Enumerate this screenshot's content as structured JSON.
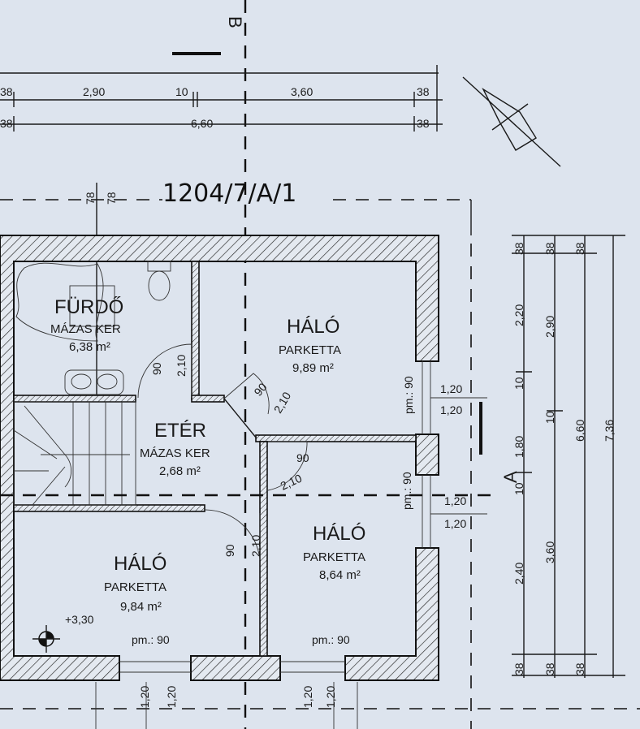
{
  "title_code": "1204/7/A/1",
  "section_labels": {
    "b": "B",
    "a": "A"
  },
  "top_dimensions": {
    "row1": [
      "38",
      "2,90",
      "10",
      "3,60",
      "38"
    ],
    "row2": [
      "38",
      "6,60",
      "38"
    ]
  },
  "wall_marks": [
    "78",
    "78"
  ],
  "right_dimensions": {
    "col1": [
      "38",
      "2,20",
      "10",
      "1,80",
      "10",
      "2,40",
      "38"
    ],
    "col2": [
      "38",
      "2,90",
      "10",
      "3,60",
      "38"
    ],
    "col3": [
      "38",
      "6,60",
      "38"
    ],
    "col4": [
      "7,36"
    ]
  },
  "window_dims": {
    "right_upper": [
      "1,20",
      "1,20"
    ],
    "right_lower": [
      "1,20",
      "1,20"
    ],
    "bottom_left": [
      "1,20",
      "1,20"
    ],
    "bottom_right": [
      "1,20",
      "1,20"
    ]
  },
  "rooms": [
    {
      "name": "FÜRDŐ",
      "floor": "MÁZAS KER",
      "area": "6,38 m²"
    },
    {
      "name": "HÁLÓ",
      "floor": "PARKETTA",
      "area": "9,89 m²"
    },
    {
      "name": "ETÉR",
      "floor": "MÁZAS KER",
      "area": "2,68 m²"
    },
    {
      "name": "HÁLÓ",
      "floor": "PARKETTA",
      "area": "9,84 m²"
    },
    {
      "name": "HÁLÓ",
      "floor": "PARKETTA",
      "area": "8,64 m²"
    }
  ],
  "doors": [
    {
      "width": "90",
      "height": "2,10"
    },
    {
      "width": "90",
      "height": "2,10"
    },
    {
      "width": "90",
      "height": "2,10"
    },
    {
      "width": "90",
      "height": "2,10"
    }
  ],
  "sill_heights": [
    "pm.: 90",
    "pm.: 90",
    "pm.: 90",
    "pm.: 90"
  ],
  "level_mark": "+3,30"
}
